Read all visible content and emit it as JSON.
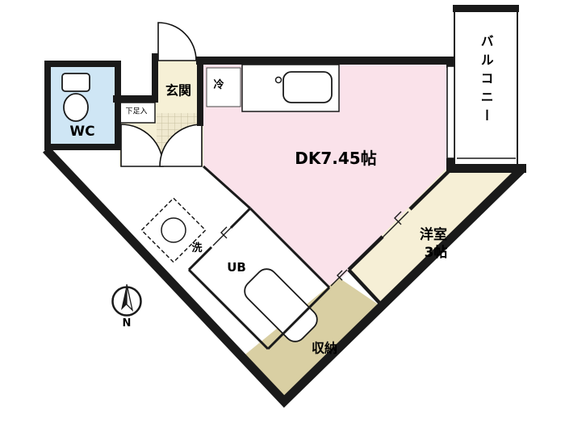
{
  "plan": {
    "rooms": {
      "wc": "WC",
      "genkan": "玄関",
      "shoebox": "下足入",
      "fridge": "冷",
      "dk": "DK7.45帖",
      "balcony": "バルコニー",
      "laundry": "洗",
      "bath": "UB",
      "western_line1": "洋室",
      "western_line2": "3帖",
      "storage": "収納",
      "compass_north": "N"
    },
    "colors": {
      "dk_fill": "#fae2ea",
      "hall_fill": "#f6f0d6",
      "tile_fill": "#f0e9cf",
      "wc_fill": "#cfe6f5",
      "western_fill": "#f6efd6",
      "storage_fill": "#d9cfa3",
      "wall": "#1a1a1a"
    }
  }
}
